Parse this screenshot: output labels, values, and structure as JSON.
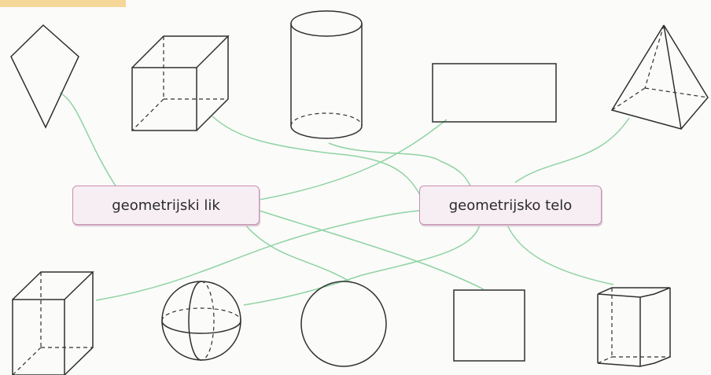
{
  "labels": {
    "left": "geometrijski lik",
    "right": "geometrijsko telo"
  },
  "colors": {
    "connector": "#8fd3a4",
    "label_border": "#c98fb3",
    "label_fill": "#f7eef4"
  },
  "shapes": [
    {
      "id": "kite",
      "kind": "geometrijski lik"
    },
    {
      "id": "cube",
      "kind": "geometrijsko telo"
    },
    {
      "id": "cylinder",
      "kind": "geometrijsko telo"
    },
    {
      "id": "rectangle",
      "kind": "geometrijski lik"
    },
    {
      "id": "pyramid",
      "kind": "geometrijsko telo"
    },
    {
      "id": "rectangular-prism",
      "kind": "geometrijsko telo"
    },
    {
      "id": "sphere",
      "kind": "geometrijsko telo"
    },
    {
      "id": "circle",
      "kind": "geometrijski lik"
    },
    {
      "id": "square",
      "kind": "geometrijski lik"
    },
    {
      "id": "pentagonal-prism",
      "kind": "geometrijsko telo"
    }
  ]
}
